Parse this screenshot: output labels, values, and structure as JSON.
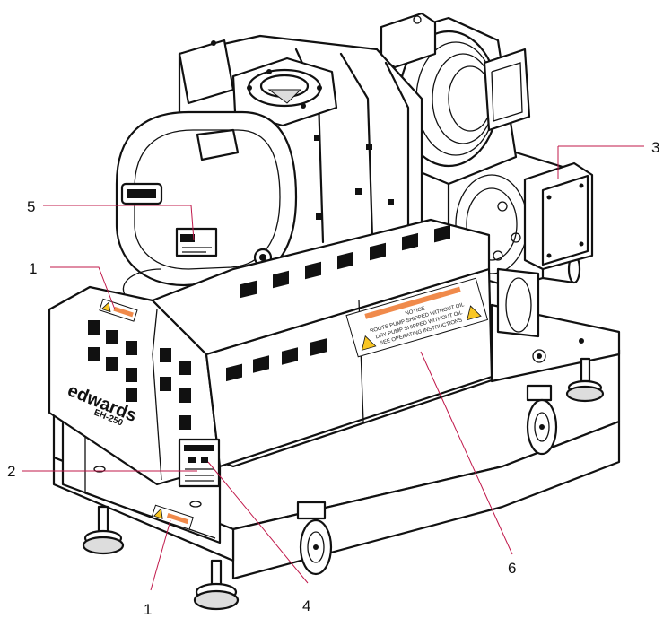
{
  "diagram": {
    "accent_color": "#c0184a",
    "warning_label_color": "#f08a4b",
    "callouts": [
      {
        "id": "c1a",
        "label": "1"
      },
      {
        "id": "c2",
        "label": "2"
      },
      {
        "id": "c3",
        "label": "3"
      },
      {
        "id": "c4",
        "label": "4"
      },
      {
        "id": "c5",
        "label": "5"
      },
      {
        "id": "c6",
        "label": "6"
      },
      {
        "id": "c1b",
        "label": "1"
      }
    ],
    "side_branding": {
      "brand": "edwards",
      "model": "EH-250"
    },
    "notice_label": {
      "heading": "NOTICE",
      "line1": "ROOTS PUMP SHIPPED WITHOUT OIL",
      "line2": "DRY PUMP SHIPPED WITHOUT OIL",
      "line3": "SEE OPERATING INSTRUCTIONS"
    }
  }
}
